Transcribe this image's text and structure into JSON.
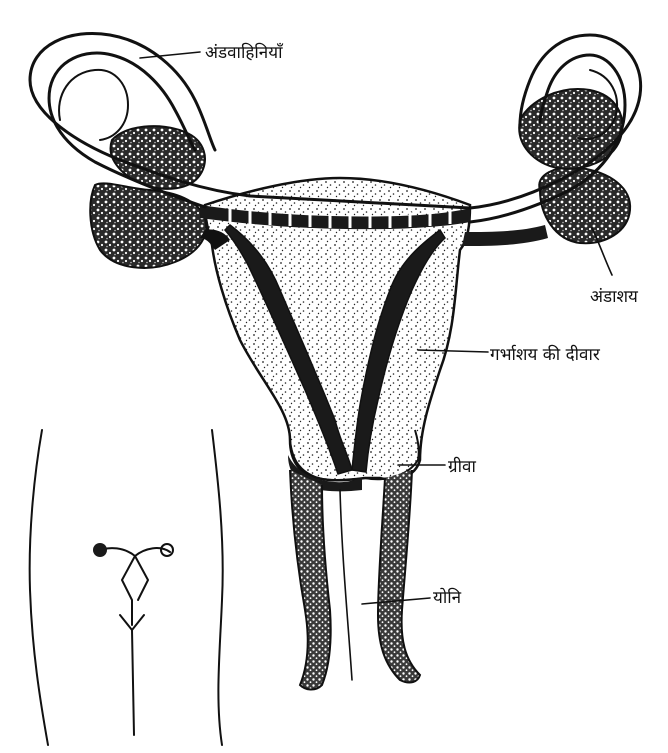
{
  "labels": {
    "oviduct": "अंडवाहिनियाँ",
    "ovary": "अंडाशय",
    "uterine_wall": "गर्भाशय की दीवार",
    "cervix": "ग्रीवा",
    "vagina": "योनि"
  },
  "colors": {
    "ink": "#111111",
    "background": "#ffffff"
  }
}
